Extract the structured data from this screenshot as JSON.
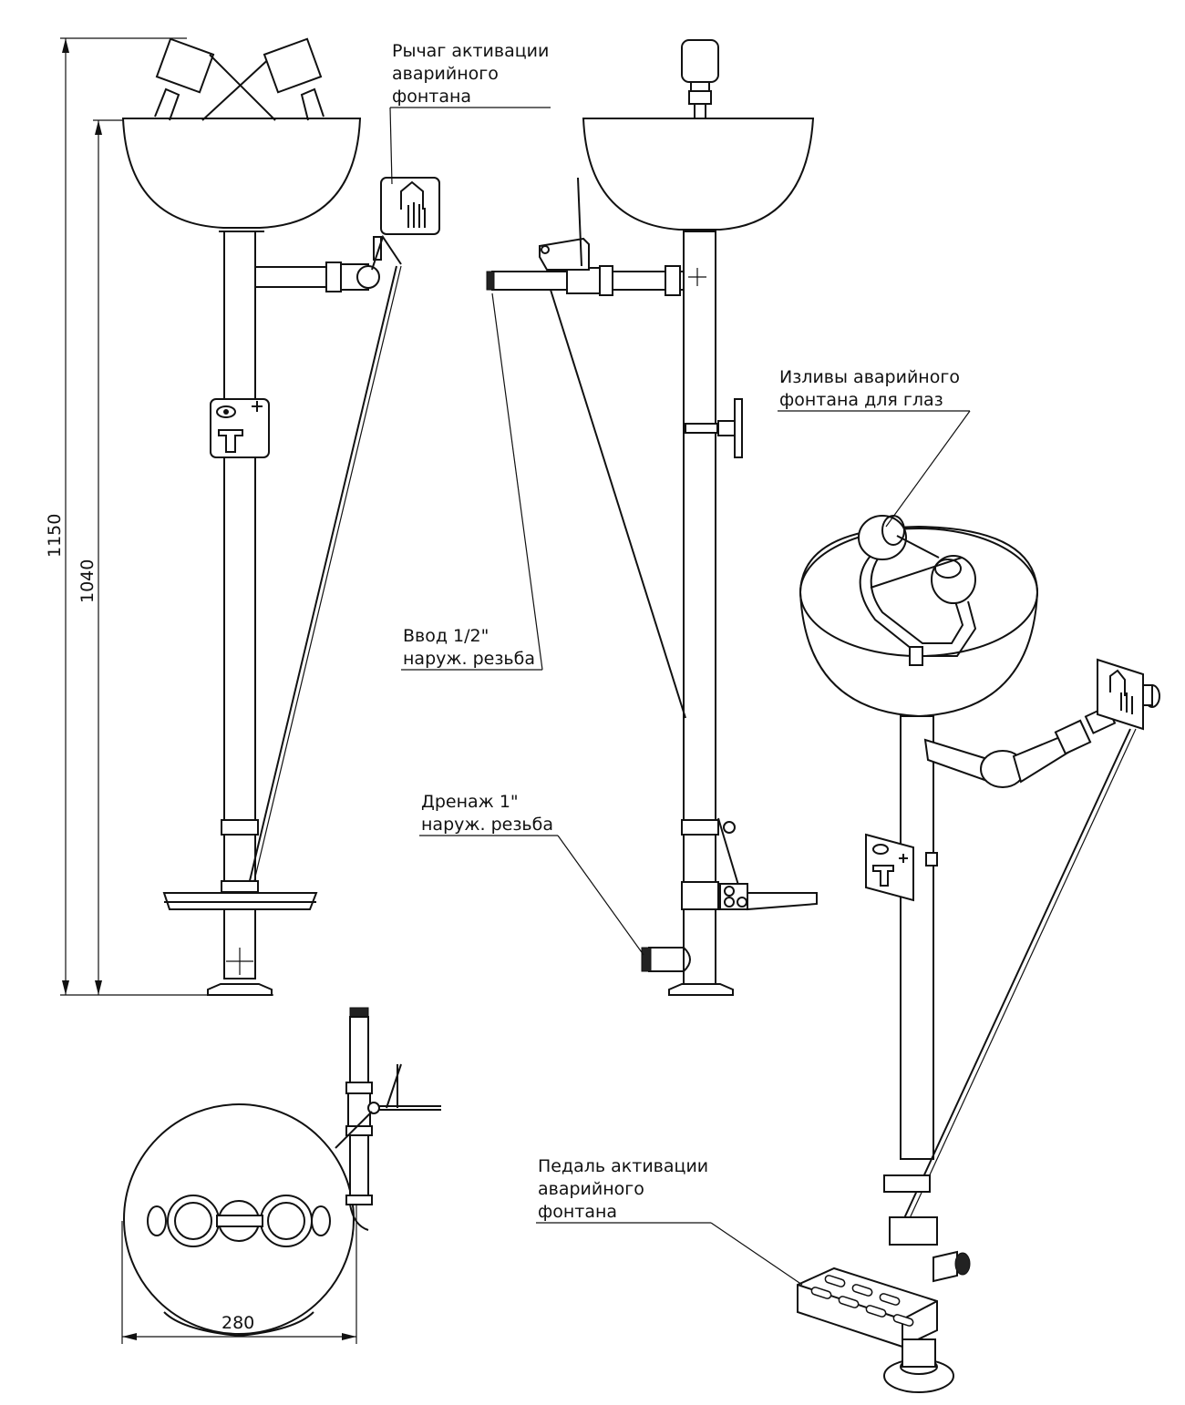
{
  "labels": {
    "activation_lever": [
      "Рычаг активации",
      "аварийного",
      "фонтана"
    ],
    "eye_outlets": [
      "Изливы аварийного",
      "фонтана для глаз"
    ],
    "inlet": [
      "Ввод 1/2\"",
      "наруж. резьба"
    ],
    "drain": [
      "Дренаж 1\"",
      "наруж. резьба"
    ],
    "activation_pedal": [
      "Педаль активации",
      "аварийного",
      "фонтана"
    ]
  },
  "dimensions": {
    "total_height": "1150",
    "bowl_height": "1040",
    "bowl_diameter": "280"
  }
}
